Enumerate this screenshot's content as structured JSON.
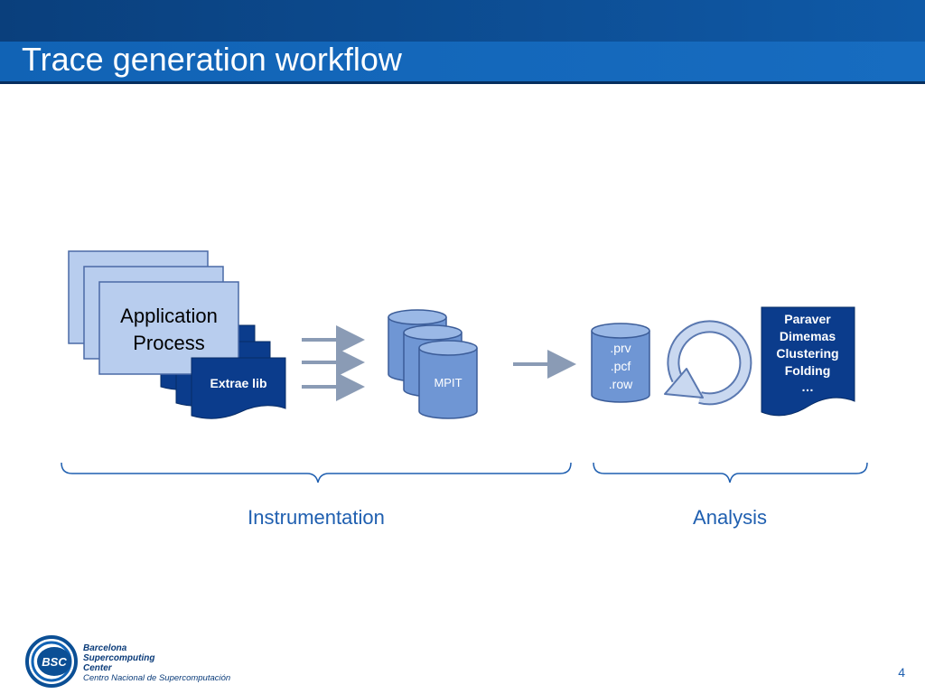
{
  "slide": {
    "title": "Trace generation workflow",
    "page_number": "4"
  },
  "diagram": {
    "process_box_label_line1": "Application",
    "process_box_label_line2": "Process",
    "extrae_label": "Extrae lib",
    "mpit_label": "MPIT",
    "trace_files": [
      ".prv",
      ".pcf",
      ".row"
    ],
    "tools": [
      "Paraver",
      "Dimemas",
      "Clustering",
      "Folding",
      "…"
    ],
    "phase_instrumentation": "Instrumentation",
    "phase_analysis": "Analysis"
  },
  "footer": {
    "logo_text": "BSC",
    "org_line1": "Barcelona",
    "org_line2": "Supercomputing",
    "org_line3": "Center",
    "org_subtitle": "Centro Nacional de Supercomputación"
  },
  "colors": {
    "header_blue": "#0b4f95",
    "box_fill_light": "#b8cdee",
    "box_stroke": "#4a6aa6",
    "dark_blue": "#0b3c8c",
    "cylinder_fill": "#6f96d4",
    "cylinder_top": "#9ab8e6",
    "arrow_gray": "#8a9bb5",
    "text_blue": "#1f5fb0"
  }
}
